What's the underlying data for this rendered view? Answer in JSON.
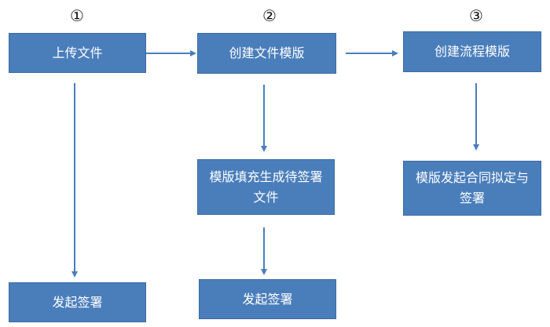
{
  "step_numbers": [
    "①",
    "②",
    "③"
  ],
  "boxes": {
    "upload_file": "上传文件",
    "create_file_template": "创建文件模版",
    "create_process_template": "创建流程模版",
    "initiate_signing_1": "发起签署",
    "template_fill_generate": "模版填充生成待签署文件",
    "initiate_signing_2": "发起签署",
    "template_initiate_contract": "模版发起合同拟定与签署"
  },
  "colors": {
    "box_fill": "#4a7ebb",
    "box_border": "#3b6aa3",
    "arrow": "#4a7ebb",
    "box_text": "#ffffff"
  }
}
